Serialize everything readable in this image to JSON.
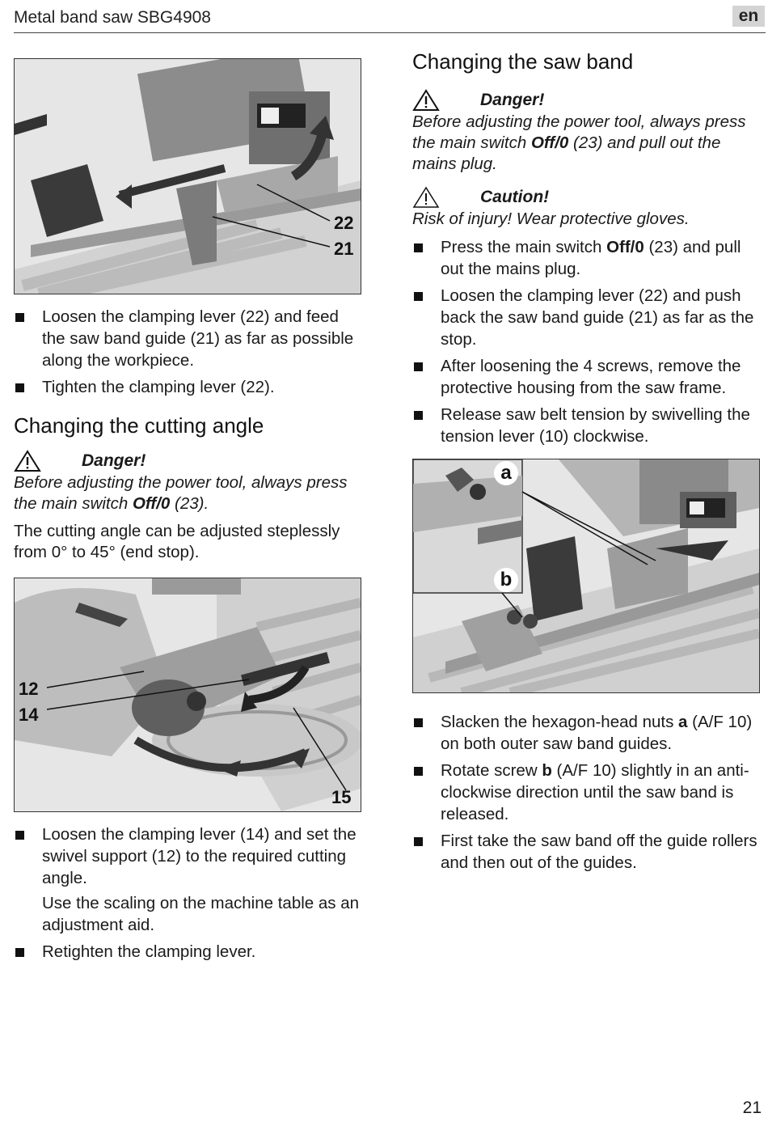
{
  "header": {
    "title": "Metal band saw SBG4908",
    "lang": "en"
  },
  "page_number": "21",
  "left": {
    "figure1": {
      "callouts": [
        "22",
        "21"
      ]
    },
    "bullets1": [
      "Loosen the clamping lever (22) and feed the saw band guide (21) as far as possible along the workpiece.",
      "Tighten the clamping lever (22)."
    ],
    "section_cutting": {
      "title": "Changing the cutting angle",
      "danger_title": "Danger!",
      "danger_text_before": "Before adjusting the power tool, always press the main switch ",
      "danger_switch": "Off/0",
      "danger_text_after": " (23).",
      "intro": "The cutting angle can be adjusted steplessly from 0° to 45° (end stop)."
    },
    "figure2": {
      "callouts": [
        "12",
        "14",
        "15"
      ]
    },
    "bullets2": [
      {
        "text": "Loosen the clamping lever (14) and set the swivel support (12) to the required cutting angle.",
        "sub": "Use the scaling on the machine table as an adjustment aid."
      },
      {
        "text": "Retighten the clamping lever.",
        "sub": ""
      }
    ]
  },
  "right": {
    "section_sawband": {
      "title": "Changing the saw band",
      "danger_title": "Danger!",
      "danger_text_before": "Before adjusting the power tool, always press the main switch ",
      "danger_switch": "Off/0",
      "danger_text_after": " (23) and pull out the mains plug.",
      "caution_title": "Caution!",
      "caution_text": "Risk of injury! Wear protective gloves."
    },
    "bullets1": [
      {
        "before": "Press the main switch ",
        "bold": "Off/0",
        "after": " (23) and pull out the mains plug."
      },
      {
        "before": "Loosen the clamping lever (22) and push back the saw band guide (21) as far as the stop.",
        "bold": "",
        "after": ""
      },
      {
        "before": "After loosening the 4 screws, remove the protective housing from the saw frame.",
        "bold": "",
        "after": ""
      },
      {
        "before": "Release saw belt tension by swivelling the tension lever (10) clockwise.",
        "bold": "",
        "after": ""
      }
    ],
    "figure3": {
      "callouts": [
        "a",
        "b"
      ]
    },
    "bullets2": [
      {
        "before": "Slacken the hexagon-head nuts ",
        "bold": "a",
        "after": " (A/F 10) on both outer saw band guides."
      },
      {
        "before": "Rotate screw ",
        "bold": "b",
        "after": " (A/F 10) slightly in an anti-clockwise direction until the saw band is released."
      },
      {
        "before": "First take the saw band off the guide rollers and then out of the guides.",
        "bold": "",
        "after": ""
      }
    ]
  }
}
